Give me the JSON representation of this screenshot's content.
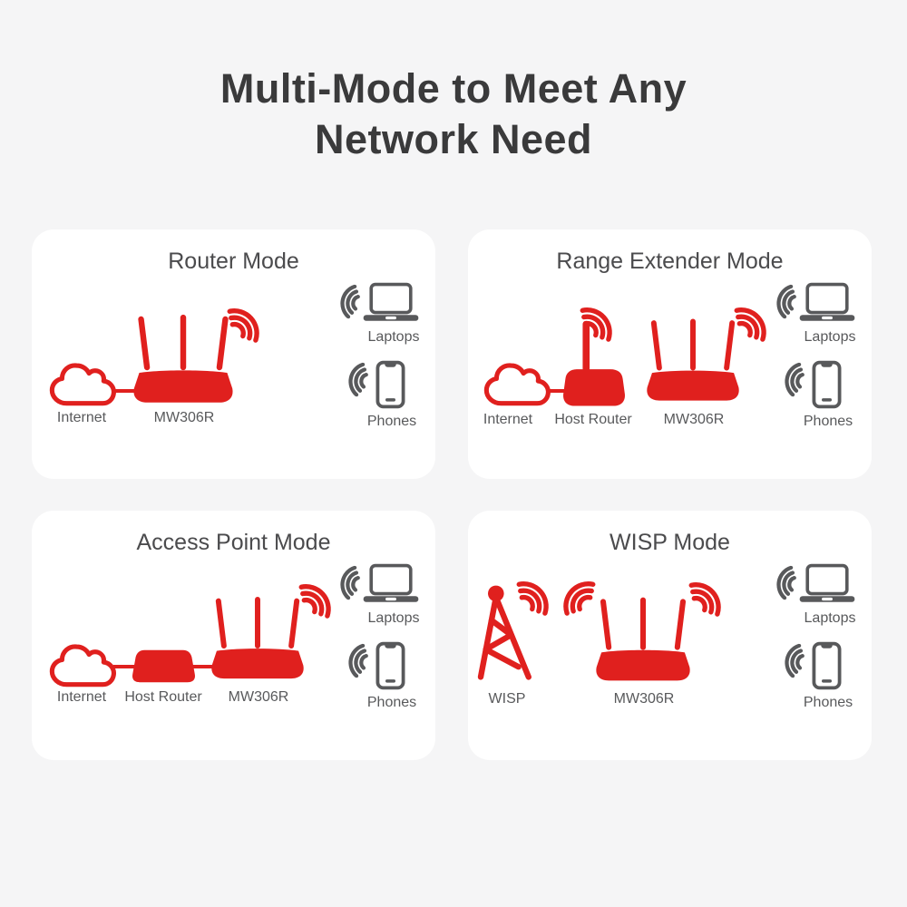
{
  "title": {
    "line1": "Multi-Mode to Meet Any",
    "line2": "Network Need"
  },
  "colors": {
    "brand_red": "#e0201e",
    "icon_gray": "#58595b",
    "heading_gray": "#3a3a3b",
    "panel_title_gray": "#4b4b4d",
    "background": "#f5f5f6",
    "card": "#ffffff"
  },
  "icons": {
    "cloud": "cloud-icon",
    "router": "wifi-router-icon",
    "host_router": "host-router-icon",
    "tower": "radio-tower-icon",
    "laptop": "laptop-icon",
    "phone": "smartphone-icon",
    "waves": "wifi-signal-icon"
  },
  "panels": [
    {
      "id": "router-mode",
      "title": "Router Mode",
      "labels": {
        "source": "Internet",
        "device": "MW306R",
        "laptops": "Laptops",
        "phones": "Phones"
      }
    },
    {
      "id": "range-extender-mode",
      "title": "Range Extender Mode",
      "labels": {
        "source": "Internet",
        "host": "Host Router",
        "device": "MW306R",
        "laptops": "Laptops",
        "phones": "Phones"
      }
    },
    {
      "id": "access-point-mode",
      "title": "Access Point Mode",
      "labels": {
        "source": "Internet",
        "host": "Host Router",
        "device": "MW306R",
        "laptops": "Laptops",
        "phones": "Phones"
      }
    },
    {
      "id": "wisp-mode",
      "title": "WISP Mode",
      "labels": {
        "source": "WISP",
        "device": "MW306R",
        "laptops": "Laptops",
        "phones": "Phones"
      }
    }
  ]
}
